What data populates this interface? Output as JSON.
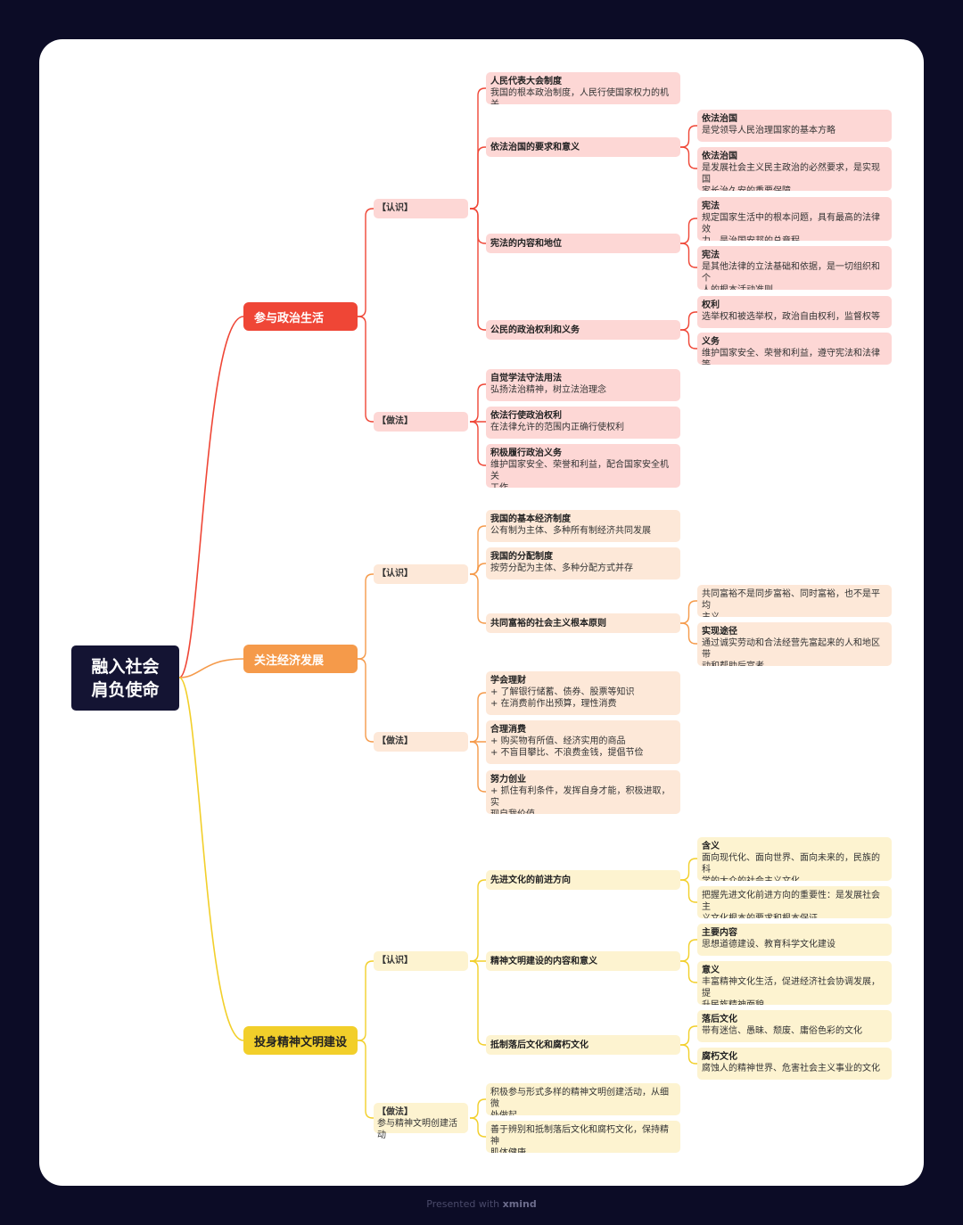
{
  "root": "融入社会\n肩负使命",
  "branches": [
    {
      "title": "参与政治生活",
      "groups": [
        {
          "label": "【认识】",
          "items": [
            {
              "title": "人民代表大会制度",
              "desc": "我国的根本政治制度，人民行使国家权力的机关"
            },
            {
              "title": "依法治国的要求和意义",
              "children": [
                {
                  "title": "依法治国",
                  "desc": "是党领导人民治理国家的基本方略"
                },
                {
                  "title": "依法治国",
                  "desc": "是发展社会主义民主政治的必然要求，是实现国\n家长治久安的重要保障"
                }
              ]
            },
            {
              "title": "宪法的内容和地位",
              "children": [
                {
                  "title": "宪法",
                  "desc": "规定国家生活中的根本问题，具有最高的法律效\n力，是治国安邦的总章程"
                },
                {
                  "title": "宪法",
                  "desc": "是其他法律的立法基础和依据，是一切组织和个\n人的根本活动准则"
                }
              ]
            },
            {
              "title": "公民的政治权利和义务",
              "children": [
                {
                  "title": "权利",
                  "desc": "选举权和被选举权，政治自由权利，监督权等"
                },
                {
                  "title": "义务",
                  "desc": "维护国家安全、荣誉和利益，遵守宪法和法律等"
                }
              ]
            }
          ]
        },
        {
          "label": "【做法】",
          "items": [
            {
              "title": "自觉学法守法用法",
              "desc": "弘扬法治精神，树立法治理念"
            },
            {
              "title": "依法行使政治权利",
              "desc": "在法律允许的范围内正确行使权利"
            },
            {
              "title": "积极履行政治义务",
              "desc": "维护国家安全、荣誉和利益，配合国家安全机关\n工作"
            }
          ]
        }
      ]
    },
    {
      "title": "关注经济发展",
      "groups": [
        {
          "label": "【认识】",
          "items": [
            {
              "title": "我国的基本经济制度",
              "desc": "公有制为主体、多种所有制经济共同发展"
            },
            {
              "title": "我国的分配制度",
              "desc": "按劳分配为主体、多种分配方式并存"
            },
            {
              "title": "共同富裕的社会主义根本原则",
              "children": [
                {
                  "title": "",
                  "desc": "共同富裕不是同步富裕、同时富裕，也不是平均\n主义"
                },
                {
                  "title": "实现途径",
                  "desc": "通过诚实劳动和合法经营先富起来的人和地区带\n动和帮助后富者"
                }
              ]
            }
          ]
        },
        {
          "label": "【做法】",
          "items": [
            {
              "title": "学会理财",
              "desc": "+ 了解银行储蓄、债券、股票等知识\n+ 在消费前作出预算，理性消费"
            },
            {
              "title": "合理消费",
              "desc": "+ 购买物有所值、经济实用的商品\n+ 不盲目攀比、不浪费金钱，提倡节俭"
            },
            {
              "title": "努力创业",
              "desc": "+ 抓住有利条件，发挥自身才能，积极进取，实\n现自我价值"
            }
          ]
        }
      ]
    },
    {
      "title": "投身精神文明建设",
      "groups": [
        {
          "label": "【认识】",
          "items": [
            {
              "title": "先进文化的前进方向",
              "children": [
                {
                  "title": "含义",
                  "desc": "面向现代化、面向世界、面向未来的，民族的科\n学的大众的社会主义文化"
                },
                {
                  "title": "",
                  "desc": "把握先进文化前进方向的重要性：是发展社会主\n义文化根本的要求和根本保证"
                }
              ]
            },
            {
              "title": "精神文明建设的内容和意义",
              "children": [
                {
                  "title": "主要内容",
                  "desc": "思想道德建设、教育科学文化建设"
                },
                {
                  "title": "意义",
                  "desc": "丰富精神文化生活，促进经济社会协调发展，提\n升民族精神面貌"
                }
              ]
            },
            {
              "title": "抵制落后文化和腐朽文化",
              "children": [
                {
                  "title": "落后文化",
                  "desc": "带有迷信、愚昧、颓废、庸俗色彩的文化"
                },
                {
                  "title": "腐朽文化",
                  "desc": "腐蚀人的精神世界、危害社会主义事业的文化"
                }
              ]
            }
          ]
        },
        {
          "label": "【做法】",
          "sublabel": "参与精神文明创建活动",
          "items": [
            {
              "title": "",
              "desc": "积极参与形式多样的精神文明创建活动，从细微\n处做起"
            },
            {
              "title": "",
              "desc": "善于辨别和抵制落后文化和腐朽文化，保持精神\n肌体健康"
            }
          ]
        }
      ]
    }
  ],
  "footer": {
    "prefix": "Presented with ",
    "brand": "xmind"
  },
  "colors": {
    "background": "#0c0c26",
    "branch1": "#ef4636",
    "branch2": "#f59a4a",
    "branch3": "#f2cf2a"
  }
}
